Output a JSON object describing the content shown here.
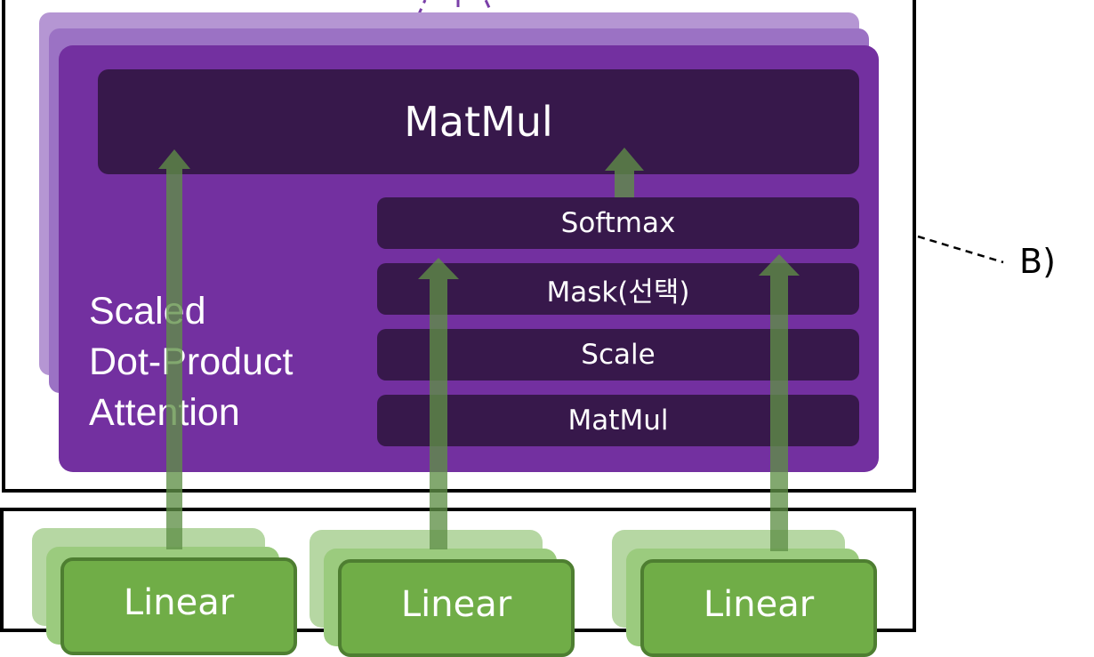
{
  "diagram": {
    "top_op": "MatMul",
    "sub_ops": [
      "Softmax",
      "Mask(선택)",
      "Scale",
      "MatMul"
    ],
    "block_label_lines": [
      "Scaled",
      "Dot-Product",
      "Attention"
    ],
    "linear_labels": [
      "Linear",
      "Linear",
      "Linear"
    ],
    "side_marker": "B)"
  },
  "colors": {
    "attention_purple": "#7330a0",
    "op_box_dark": "#37184b",
    "linear_green": "#70ad47",
    "arrow_green": "#5f8f47"
  }
}
